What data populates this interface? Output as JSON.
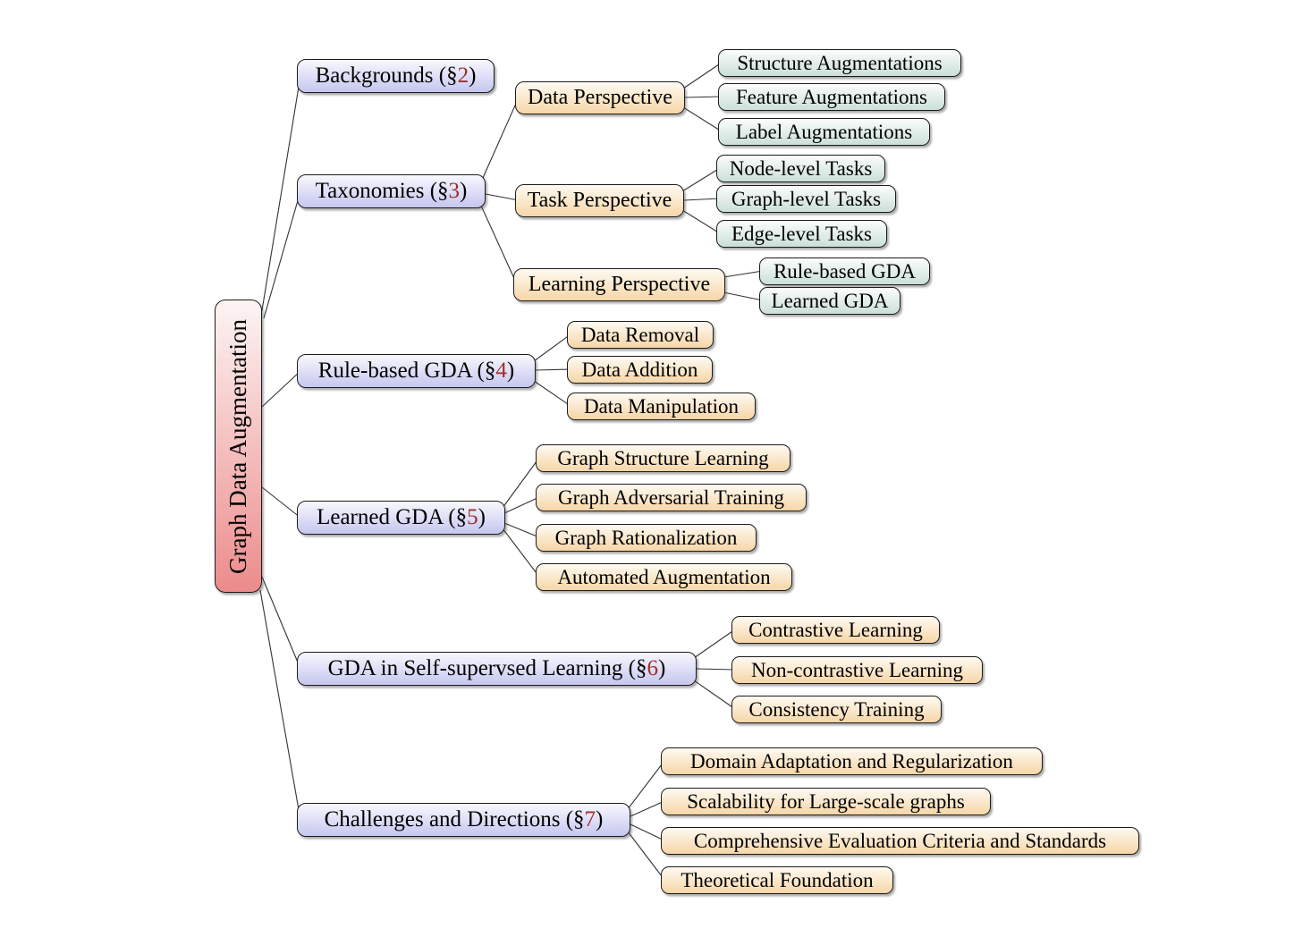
{
  "figure": {
    "description_label": "taxonomy-tree"
  },
  "colors": {
    "root_gradient_bottom": "#ec8b8b",
    "level1_gradient_bottom": "#c6c6f0",
    "category_gradient_bottom": "#f6d6a7",
    "leaf_green_gradient_bottom": "#cbdfda",
    "section_number": "#9e2f27",
    "box_border": "#1c1c1c",
    "connector": "#333333"
  },
  "tree": {
    "root": {
      "label": "Graph Data Augmentation"
    },
    "branches": [
      {
        "prefix": "Backgrounds (§",
        "section": "2",
        "suffix": ")"
      },
      {
        "prefix": "Taxonomies (§",
        "section": "3",
        "suffix": ")",
        "children": [
          {
            "label": "Data Perspective",
            "children": [
              {
                "label": "Structure Augmentations"
              },
              {
                "label": "Feature Augmentations"
              },
              {
                "label": "Label Augmentations"
              }
            ]
          },
          {
            "label": "Task Perspective",
            "children": [
              {
                "label": "Node-level Tasks"
              },
              {
                "label": "Graph-level Tasks"
              },
              {
                "label": "Edge-level Tasks"
              }
            ]
          },
          {
            "label": "Learning Perspective",
            "children": [
              {
                "label": "Rule-based GDA"
              },
              {
                "label": "Learned GDA"
              }
            ]
          }
        ]
      },
      {
        "prefix": "Rule-based GDA (§",
        "section": "4",
        "suffix": ")",
        "children": [
          {
            "label": "Data Removal"
          },
          {
            "label": "Data Addition"
          },
          {
            "label": "Data Manipulation"
          }
        ]
      },
      {
        "prefix": "Learned GDA (§",
        "section": "5",
        "suffix": ")",
        "children": [
          {
            "label": "Graph Structure Learning"
          },
          {
            "label": "Graph Adversarial Training"
          },
          {
            "label": "Graph Rationalization"
          },
          {
            "label": "Automated Augmentation"
          }
        ]
      },
      {
        "prefix": "GDA in Self-supervsed Learning (§",
        "section": "6",
        "suffix": ")",
        "children": [
          {
            "label": "Contrastive Learning"
          },
          {
            "label": "Non-contrastive Learning"
          },
          {
            "label": "Consistency Training"
          }
        ]
      },
      {
        "prefix": "Challenges and Directions (§",
        "section": "7",
        "suffix": ")",
        "children": [
          {
            "label": "Domain Adaptation and Regularization"
          },
          {
            "label": "Scalability for Large-scale graphs"
          },
          {
            "label": "Comprehensive Evaluation Criteria and Standards"
          },
          {
            "label": "Theoretical Foundation"
          }
        ]
      }
    ]
  }
}
